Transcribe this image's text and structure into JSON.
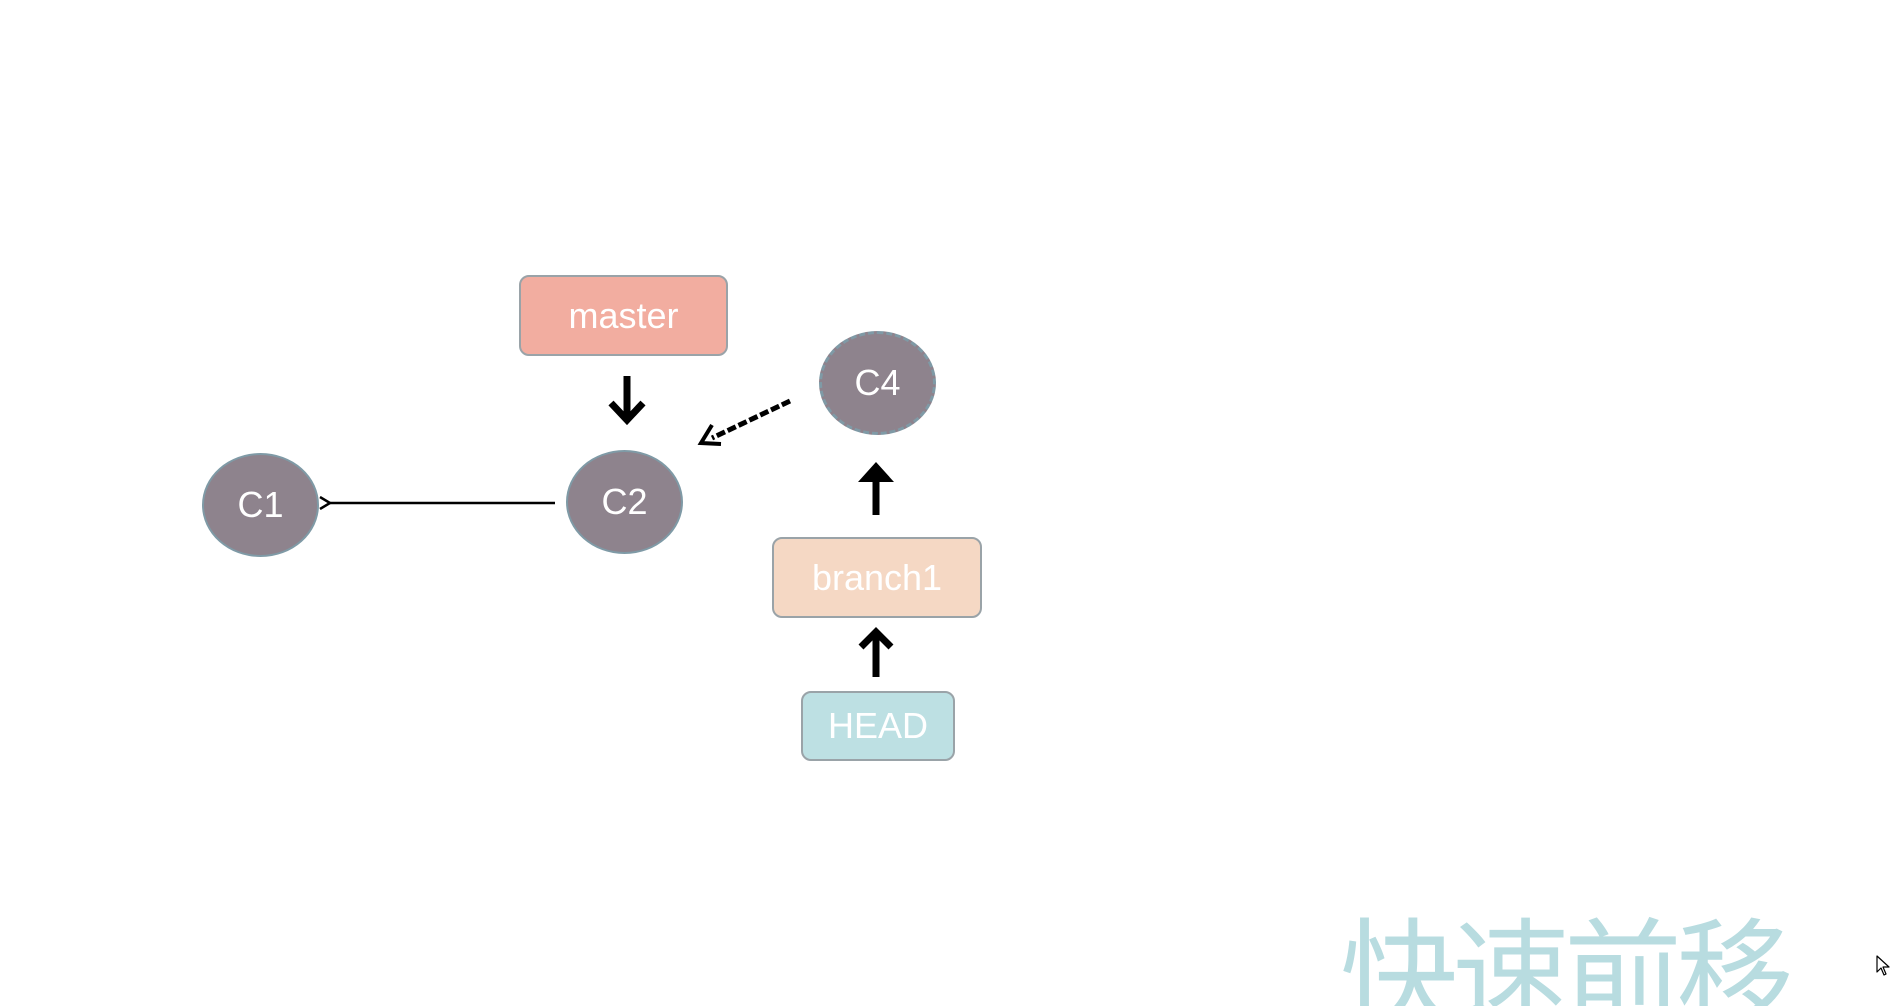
{
  "diagram": {
    "commits": {
      "c1": "C1",
      "c2": "C2",
      "c4": "C4"
    },
    "refs": {
      "master": "master",
      "branch1": "branch1",
      "head": "HEAD"
    },
    "caption": "快速前移",
    "colors": {
      "commit_fill": "#8e838d",
      "commit_border": "#7f9aa6",
      "master_fill": "#f2ada0",
      "branch1_fill": "#f5d8c4",
      "head_fill": "#bde0e3",
      "caption_color": "#b8dce0",
      "arrow_color": "#000000"
    },
    "icons": {
      "cursor": "mouse-pointer-icon"
    }
  }
}
